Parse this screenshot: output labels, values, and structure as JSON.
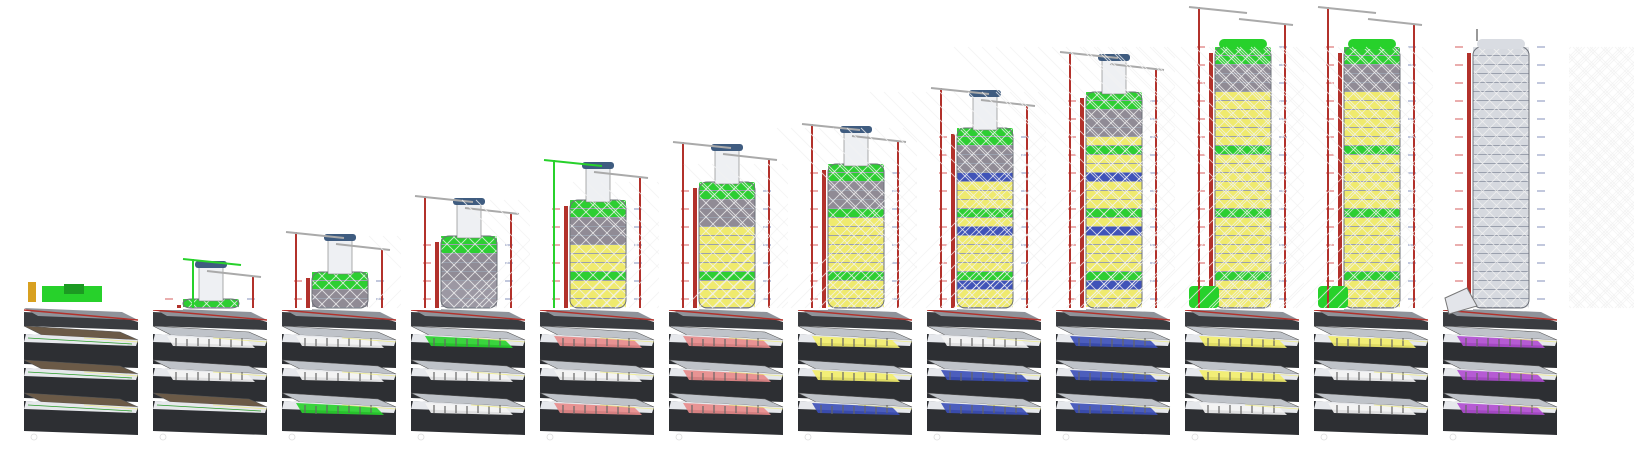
{
  "sequence": {
    "stages": [
      {
        "floors": 0,
        "crane_yellow": false,
        "facade_done": false,
        "basement": [
          "site",
          "site",
          "site"
        ],
        "tint": "none"
      },
      {
        "floors": 1,
        "crane_green": true,
        "basement": [
          "white",
          "white",
          "site"
        ],
        "tint": "none"
      },
      {
        "floors": 4,
        "basement": [
          "white",
          "white",
          "green"
        ],
        "tint": "none"
      },
      {
        "floors": 8,
        "basement": [
          "green",
          "white",
          "white"
        ],
        "tint": "none"
      },
      {
        "floors": 12,
        "crane_green": true,
        "basement": [
          "red",
          "white",
          "red"
        ],
        "tint": "red"
      },
      {
        "floors": 14,
        "basement": [
          "red",
          "red",
          "red"
        ],
        "tint": "red"
      },
      {
        "floors": 16,
        "basement": [
          "yellow",
          "yellow",
          "blue"
        ],
        "tint": "yellow"
      },
      {
        "floors": 20,
        "basement": [
          "white",
          "blue",
          "blue"
        ],
        "tint": "blue"
      },
      {
        "floors": 24,
        "basement": [
          "blue",
          "blue",
          "blue"
        ],
        "tint": "blue"
      },
      {
        "floors": 29,
        "basement": [
          "yellow",
          "yellow",
          "white"
        ],
        "tint": "yellow"
      },
      {
        "floors": 29,
        "basement": [
          "yellow",
          "white",
          "white"
        ],
        "tint": "yellow"
      },
      {
        "floors": 29,
        "basement": [
          "purple",
          "purple",
          "purple"
        ],
        "tint": "purple"
      }
    ]
  },
  "colors": {
    "steel": "#c9cdd6",
    "glass": "#9aa0ad",
    "formwork": "#27d12b",
    "yellow_zone": "#f3ee6a",
    "blue_zone": "#3b4fb8",
    "red_zone": "#e88a8a",
    "purple_zone": "#b04bd1",
    "crane_red": "#b2312b",
    "crane_white": "#e8e8e8",
    "slab": "#8b8f97",
    "basement_dark": "#2d2f33"
  }
}
